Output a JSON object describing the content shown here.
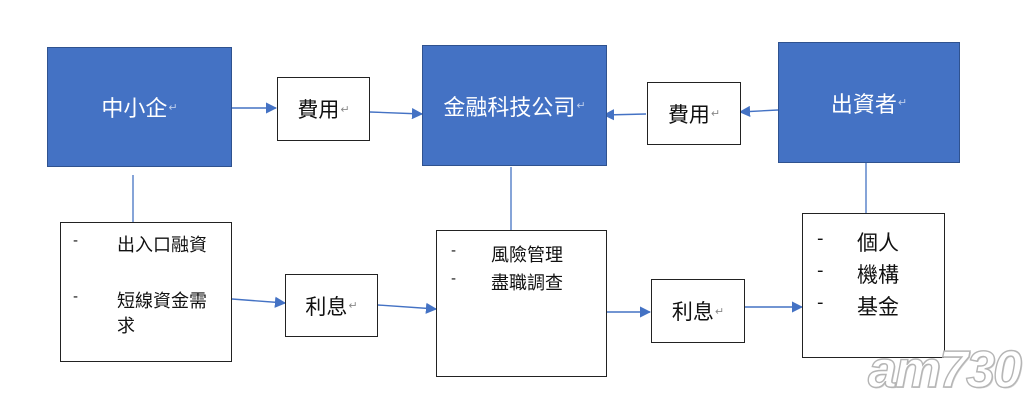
{
  "nodes": {
    "sme": "中小企",
    "fintech": "金融科技公司",
    "funder": "出資者",
    "fee_left": "費用",
    "fee_right": "費用",
    "interest_left": "利息",
    "interest_right": "利息"
  },
  "sme_details": {
    "dash": "-",
    "items": [
      "出入口融資",
      "短線資金需求"
    ]
  },
  "fintech_details": {
    "dash": "-",
    "items": [
      "風險管理",
      "盡職調查"
    ]
  },
  "funder_details": {
    "dash": "-",
    "items": [
      "個人",
      "機構",
      "基金"
    ]
  },
  "paragraph_mark": "↵",
  "watermark": "am730",
  "colors": {
    "box_fill": "#4472c4",
    "box_border": "#2f528f",
    "arrow": "#4472c4"
  }
}
